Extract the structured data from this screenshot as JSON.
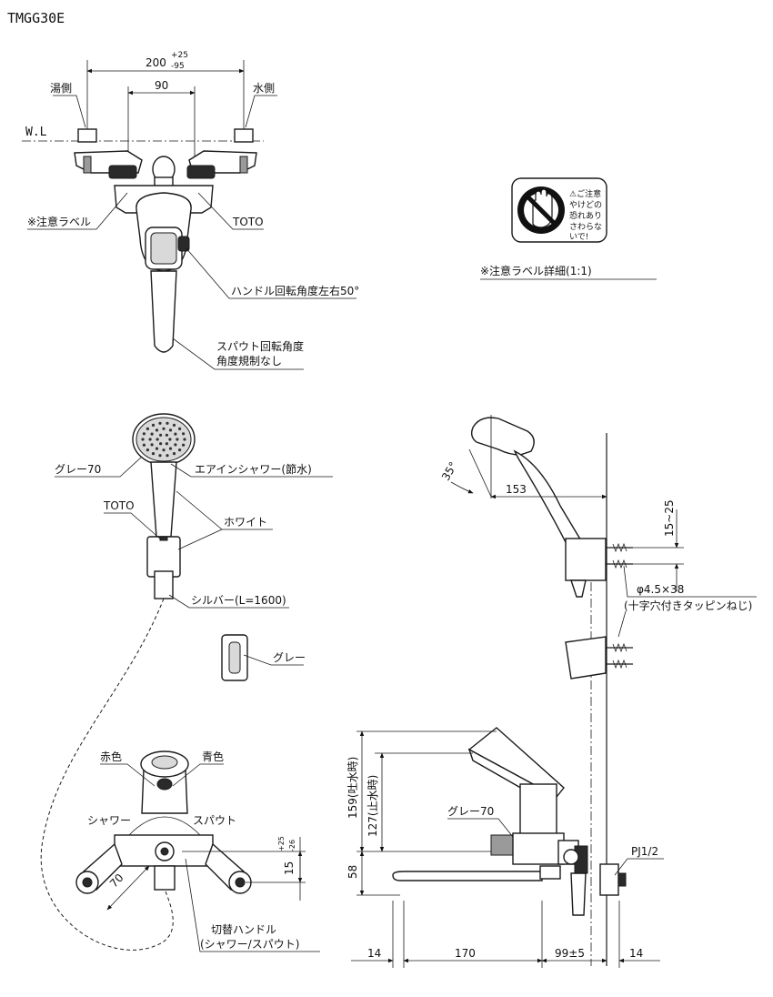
{
  "title": "TMGG30E",
  "top_view": {
    "dim_total": "200",
    "tol_plus": "+25",
    "tol_minus": "-95",
    "dim_center": "90",
    "hot_side": "湯側",
    "cold_side": "水側",
    "wl": "W.L",
    "caution_label": "※注意ラベル",
    "brand": "TOTO",
    "handle_rotation": "ハンドル回転角度左右50°",
    "spout_rotation_1": "スパウト回転角度",
    "spout_rotation_2": "角度規制なし"
  },
  "caution_label": {
    "text_lines": [
      "⚠ご注意",
      "やけどの",
      "恐れあり",
      "さわらな",
      "いで!"
    ],
    "detail": "※注意ラベル詳細(1:1)"
  },
  "shower": {
    "gray70": "グレー70",
    "air_in_shower": "エアインシャワー(節水)",
    "brand": "TOTO",
    "white": "ホワイト",
    "hose": "シルバー(L=1600)",
    "gray": "グレー"
  },
  "side_view": {
    "angle": "35°",
    "dim_153": "153",
    "dim_15_25": "15~25",
    "screw_spec": "φ4.5×38",
    "screw_desc": "(十字穴付きタッピンねじ)",
    "dim_159": "159(吐水時)",
    "dim_127": "127(止水時)",
    "gray70": "グレー70",
    "pj": "PJ1/2",
    "dim_58": "58",
    "dim_14a": "14",
    "dim_170": "170",
    "dim_99": "99±5",
    "dim_14b": "14"
  },
  "bottom_view": {
    "red": "赤色",
    "blue": "青色",
    "shower": "シャワー",
    "spout": "スパウト",
    "dim_70": "70",
    "dim_15": "15",
    "tol_plus": "+25",
    "tol_minus": "-26",
    "switch_handle_1": "切替ハンドル",
    "switch_handle_2": "(シャワー/スパウト)"
  }
}
